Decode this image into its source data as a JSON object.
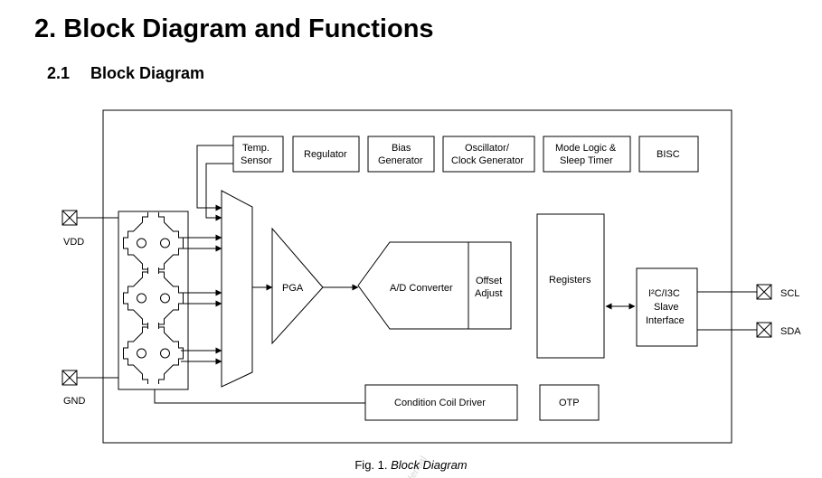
{
  "heading": {
    "number": "2.",
    "title": "Block Diagram and Functions"
  },
  "subheading": {
    "number": "2.1",
    "title": "Block Diagram"
  },
  "caption": {
    "prefix": "Fig. 1.",
    "title": "Block Diagram"
  },
  "watermark": "dential",
  "pins": {
    "vdd": "VDD",
    "gnd": "GND",
    "scl": "SCL",
    "sda": "SDA"
  },
  "top_blocks": {
    "temp_sensor": [
      "Temp.",
      "Sensor"
    ],
    "regulator": [
      "Regulator"
    ],
    "bias_generator": [
      "Bias",
      "Generator"
    ],
    "oscillator": [
      "Oscillator/",
      "Clock Generator"
    ],
    "mode_logic": [
      "Mode Logic &",
      "Sleep Timer"
    ],
    "bisc": [
      "BISC"
    ]
  },
  "signal_blocks": {
    "pga": "PGA",
    "adc": "A/D Converter",
    "offset_adjust": [
      "Offset",
      "Adjust"
    ],
    "registers": "Registers",
    "interface": [
      "I²C/I3C",
      "Slave",
      "Interface"
    ]
  },
  "bottom_blocks": {
    "coil_driver": "Condition Coil Driver",
    "otp": "OTP"
  }
}
